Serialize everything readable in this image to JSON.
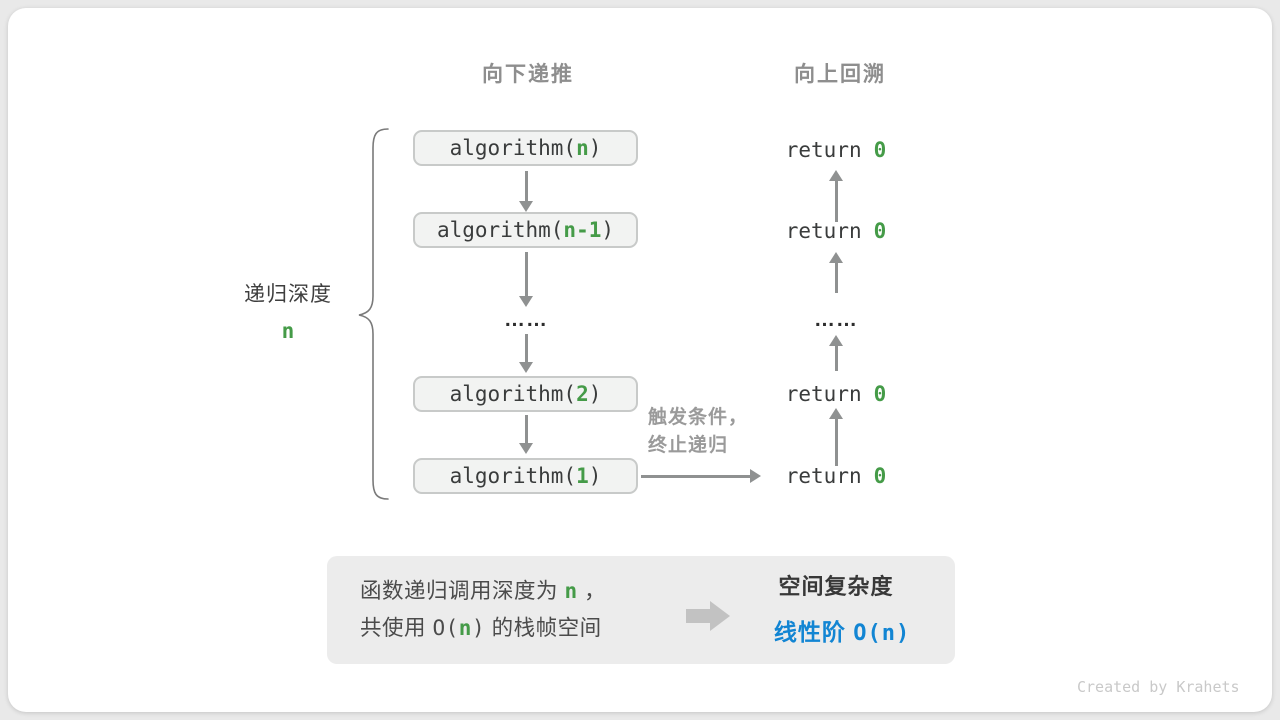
{
  "headers": {
    "left": "向下递推",
    "right": "向上回溯"
  },
  "depth_label": {
    "text": "递归深度",
    "value": "n"
  },
  "stack": {
    "calls": [
      {
        "prefix": "algorithm(",
        "arg": "n",
        "suffix": ")"
      },
      {
        "prefix": "algorithm(",
        "arg": "n-1",
        "suffix": ")"
      },
      {
        "prefix": "algorithm(",
        "arg": "2",
        "suffix": ")"
      },
      {
        "prefix": "algorithm(",
        "arg": "1",
        "suffix": ")"
      }
    ],
    "ellipsis": "……"
  },
  "returns": {
    "items": [
      {
        "keyword": "return",
        "value": "0"
      },
      {
        "keyword": "return",
        "value": "0"
      },
      {
        "keyword": "return",
        "value": "0"
      },
      {
        "keyword": "return",
        "value": "0"
      }
    ],
    "ellipsis": "……"
  },
  "trigger_note": {
    "line1": "触发条件，",
    "line2": "终止递归"
  },
  "summary": {
    "line1_before": "函数递归调用深度为",
    "line1_value": "n",
    "line1_after": "，",
    "line2_before": "共使用",
    "line2_open": "O(",
    "line2_value": "n",
    "line2_close": ")",
    "line2_after": "的栈帧空间",
    "right_title": "空间复杂度",
    "result_label": "线性阶",
    "result_value": "O(n)"
  },
  "credit": "Created by Krahets",
  "colors": {
    "green": "#459b48",
    "blue": "#1285d3",
    "arrow-gray": "#8f9191",
    "header-gray": "#8e8e8e",
    "box-fill": "#f2f3f2",
    "box-border": "#c8cac9"
  }
}
